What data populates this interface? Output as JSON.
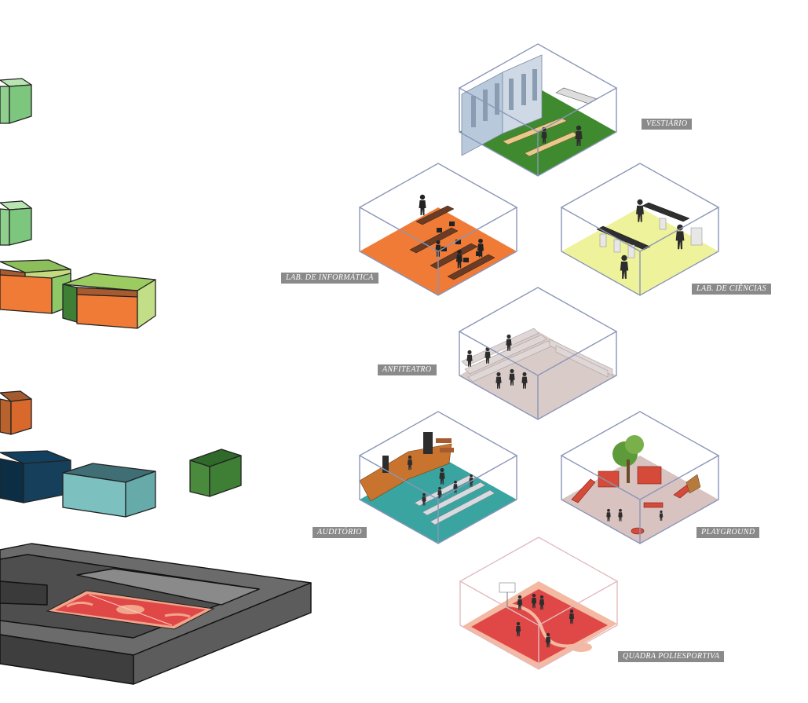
{
  "rooms": {
    "vestiario": {
      "label": "VESTIÁRIO",
      "floor_color": "#3f8a2e"
    },
    "lab_informatica": {
      "label": "LAB. DE INFORMÁTICA",
      "floor_color": "#f07b37"
    },
    "lab_ciencias": {
      "label": "LAB. DE CIÊNCIAS",
      "floor_color": "#eef29a"
    },
    "anfiteatro": {
      "label": "ANFITEATRO",
      "floor_color": "#d9cbc8"
    },
    "auditorio": {
      "label": "AUDITÓRIO",
      "floor_color": "#3aa5a0"
    },
    "playground": {
      "label": "PLAYGROUND",
      "floor_color": "#d8c3c1"
    },
    "quadra": {
      "label": "QUADRA POLIESPORTIVA",
      "floor_color": "#f3b9a2"
    }
  },
  "colors": {
    "label_bg": "#8a8a8a",
    "frame": "#8a95b8",
    "block_light_green": "#8fd08f",
    "block_orange": "#f07b37",
    "block_navy": "#0e3550",
    "block_teal": "#5ea6a6",
    "block_dark_green": "#3f7f35",
    "slab": "#5a5a5a",
    "court": "#e04848"
  }
}
